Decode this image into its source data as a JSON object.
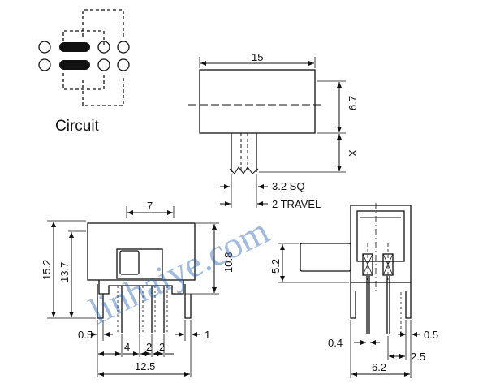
{
  "circuit": {
    "caption": "Circuit"
  },
  "top_view": {
    "width_label": "15",
    "height_label": "6.7",
    "x_label": "X",
    "sq_label": "3.2 SQ",
    "travel_label": "2 TRAVEL"
  },
  "front_view": {
    "actuator_label": "7",
    "total_height_label": "15.2",
    "body_height_label": "13.7",
    "inner_height_label": "10.8",
    "pin_width_label": "0.5",
    "tab_label": "1",
    "pitch_4_label": "4",
    "pitch_2a_label": "2",
    "pitch_2b_label": "2",
    "overall_label": "12.5"
  },
  "side_view": {
    "actuator_height_label": "5.2",
    "left_pin_label": "0.4",
    "right_pin_label": "0.5",
    "pitch_label": "2.5",
    "width_label": "6.2"
  },
  "watermark": {
    "text": "linhaiye.com",
    "color": "#1f5fb0"
  }
}
